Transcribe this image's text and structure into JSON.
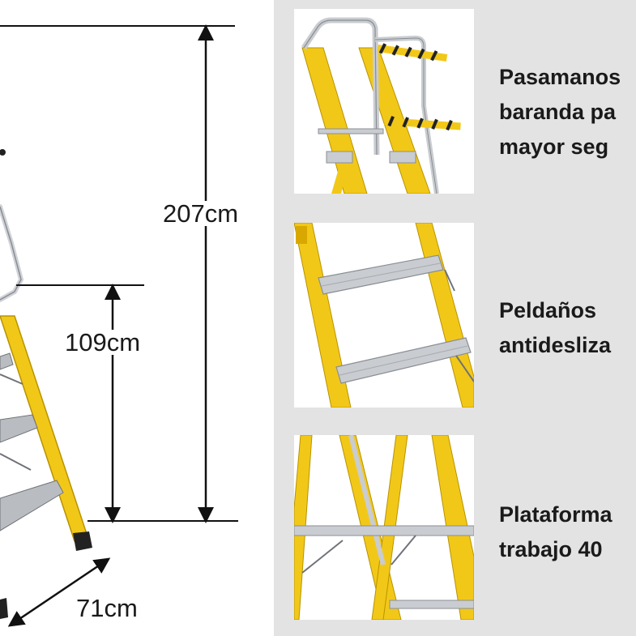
{
  "dimensions": {
    "total_height": "207cm",
    "platform_height": "109cm",
    "depth": "71cm"
  },
  "features": [
    {
      "icon": "handrail-photo",
      "lines": [
        "Pasamanos",
        "baranda pa",
        "mayor seg"
      ]
    },
    {
      "icon": "steps-photo",
      "lines": [
        "Peldaños",
        "antidesliza"
      ]
    },
    {
      "icon": "platform-photo",
      "lines": [
        "Plataforma",
        "trabajo 40"
      ]
    }
  ],
  "colors": {
    "fiberglass_yellow": "#f2c818",
    "aluminum": "#c9ccd0",
    "panel_gray": "#e3e3e3",
    "text": "#1a1a1a"
  }
}
